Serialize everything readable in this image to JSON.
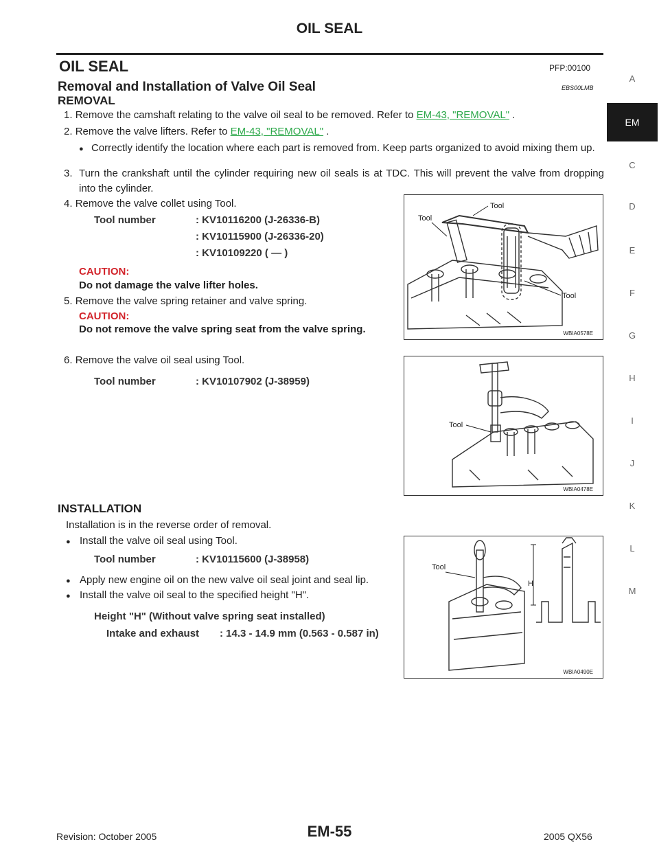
{
  "header": {
    "title": "OIL SEAL"
  },
  "section": {
    "title": "OIL SEAL",
    "code": "PFP:00100"
  },
  "subsection": {
    "title": "Removal and Installation of Valve Oil Seal",
    "code": "EBS00LMB"
  },
  "removal": {
    "heading": "REMOVAL",
    "step1": {
      "num": "1.",
      "text": "Remove the camshaft relating to the valve oil seal to be removed. Refer to ",
      "link": "EM-43, \"REMOVAL\"",
      "tail": " ."
    },
    "step2": {
      "num": "2.",
      "text": "Remove the valve lifters. Refer to ",
      "link": "EM-43, \"REMOVAL\"",
      "tail": " ."
    },
    "step2_bullet": "Correctly identify the location where each part is removed from. Keep parts organized to avoid mixing them up.",
    "step3": {
      "num": "3.",
      "text": "Turn the crankshaft until the cylinder requiring new oil seals is at TDC. This will prevent the valve from dropping into the cylinder."
    },
    "step4": {
      "num": "4.",
      "text": "Remove the valve collet using Tool."
    },
    "step4_tools": {
      "label": "Tool number",
      "values": [
        ": KV10116200 (J-26336-B)",
        ": KV10115900 (J-26336-20)",
        ": KV10109220 (    —    )"
      ]
    },
    "step4_caution_label": "CAUTION:",
    "step4_caution_text": "Do not damage the valve lifter holes.",
    "step5": {
      "num": "5.",
      "text": "Remove the valve spring retainer and valve spring."
    },
    "step5_caution_label": "CAUTION:",
    "step5_caution_text": "Do not remove the valve spring seat from the valve spring.",
    "step6": {
      "num": "6.",
      "text": "Remove the valve oil seal using Tool."
    },
    "step6_tool": {
      "label": "Tool number",
      "value": ": KV10107902 (J-38959)"
    }
  },
  "installation": {
    "heading": "INSTALLATION",
    "intro": "Installation is in the reverse order of removal.",
    "bullet1": "Install the valve oil seal using Tool.",
    "tool": {
      "label": "Tool number",
      "value": ": KV10115600 (J-38958)"
    },
    "bullet2": "Apply new engine oil on the new valve oil seal joint and seal lip.",
    "bullet3": "Install the valve oil seal to the specified height \"H\".",
    "height_heading": "Height \"H\" (Without valve spring seat installed)",
    "height_label": "Intake and exhaust",
    "height_value": ": 14.3 - 14.9 mm (0.563 - 0.587 in)"
  },
  "figures": [
    {
      "id": "WBIA0578E",
      "labels": [
        "Tool",
        "Tool",
        "Tool"
      ]
    },
    {
      "id": "WBIA0478E",
      "labels": [
        "Tool"
      ]
    },
    {
      "id": "WBIA0490E",
      "labels": [
        "Tool",
        "H"
      ]
    }
  ],
  "side_tabs": [
    "A",
    "EM",
    "C",
    "D",
    "E",
    "F",
    "G",
    "H",
    "I",
    "J",
    "K",
    "L",
    "M"
  ],
  "footer": {
    "revision": "Revision: October 2005",
    "page": "EM-55",
    "model": "2005 QX56"
  }
}
